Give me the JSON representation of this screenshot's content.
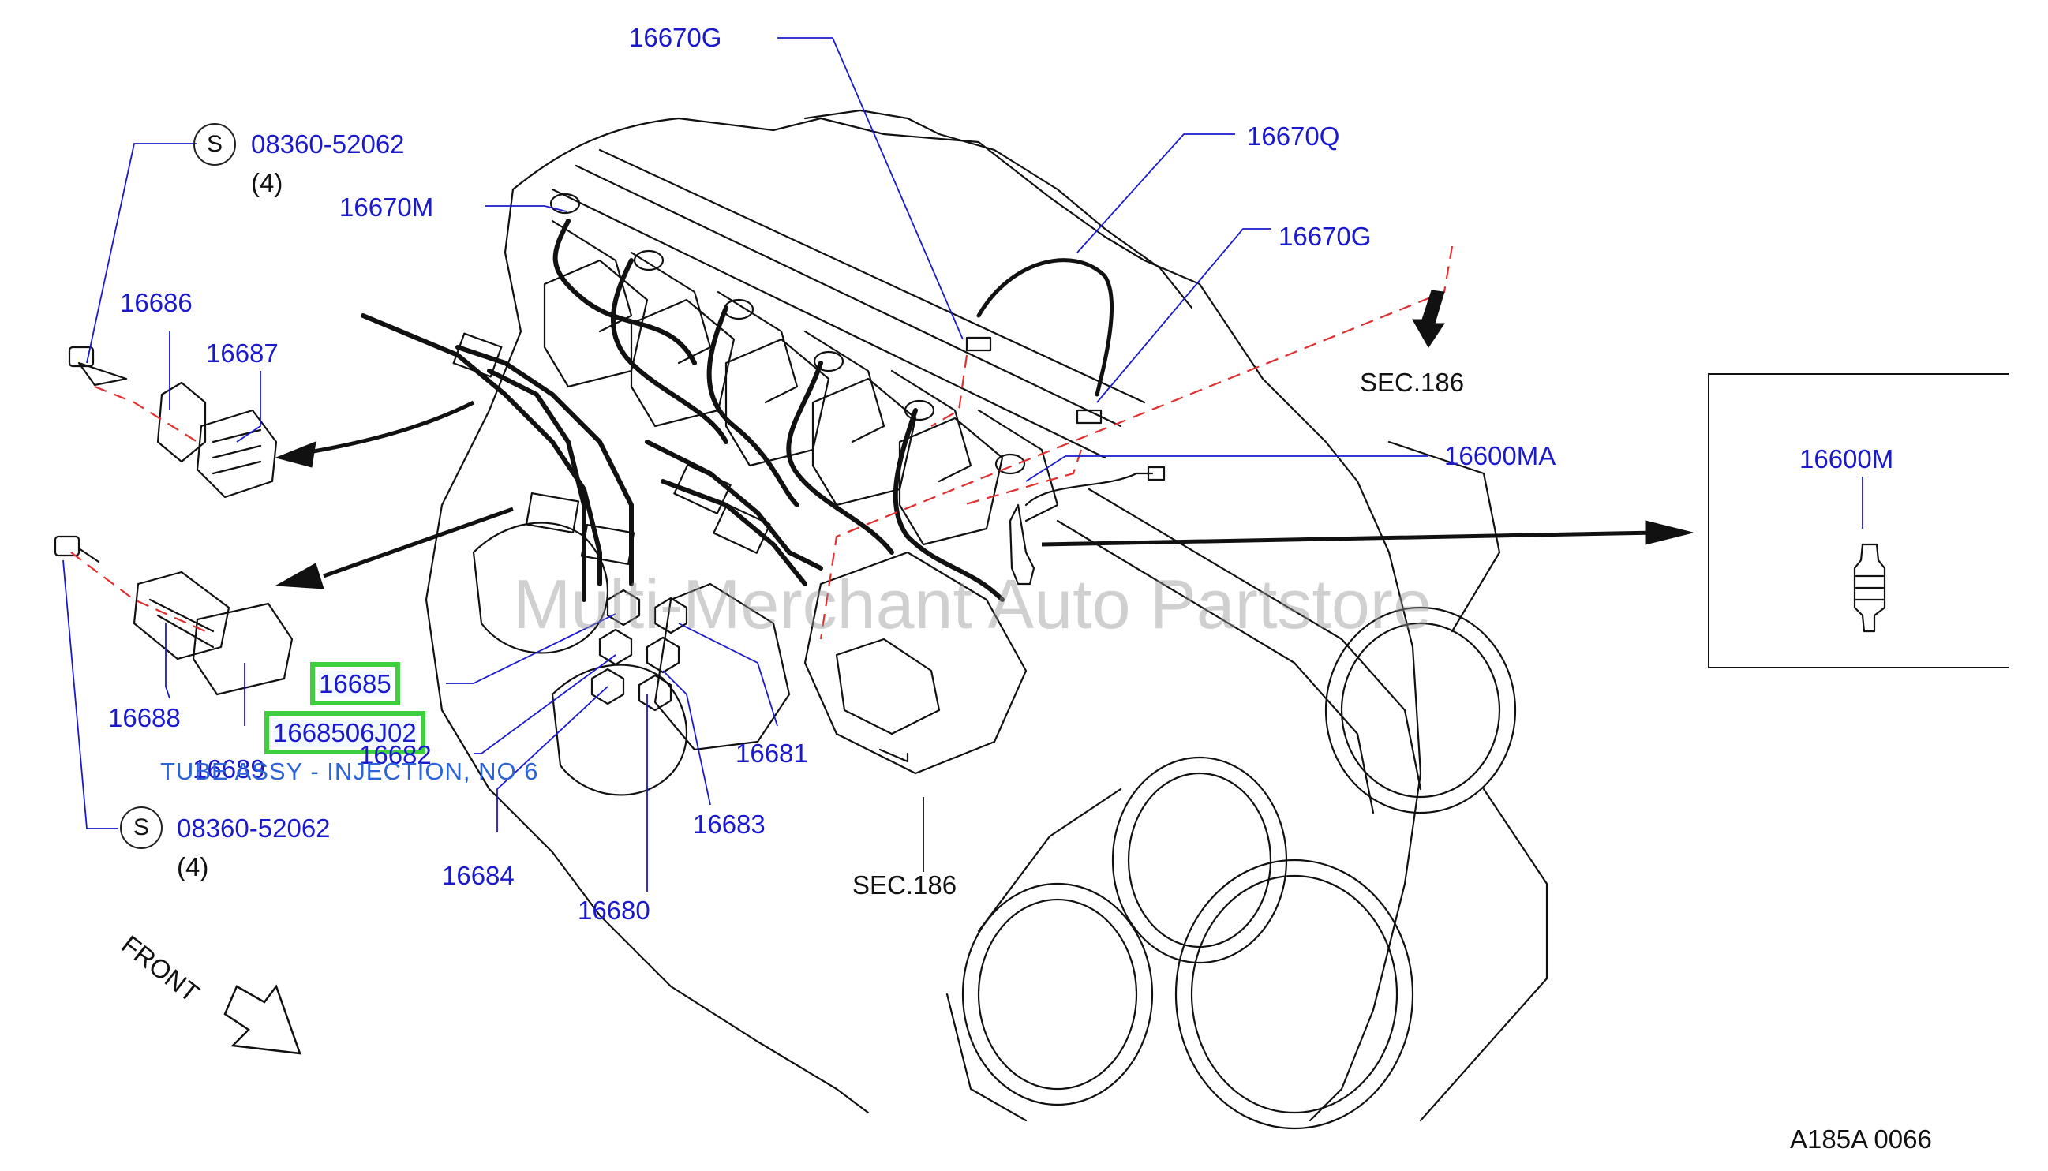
{
  "diagram": {
    "watermark": "Multi-Merchant Auto Partstore",
    "diagram_code": "A185A  0066",
    "front_label": "FRONT",
    "colors": {
      "callout": "#1a1acc",
      "highlight": "#3ecf3e",
      "dashed": "#e03030",
      "tooltip": "#2b63d9"
    },
    "callouts": {
      "p16670G_top": "16670G",
      "p16670Q": "16670Q",
      "p16670G_right": "16670G",
      "p08360_top": "08360-52062",
      "p08360_bottom": "08360-52062",
      "p16670M": "16670M",
      "p16686": "16686",
      "p16687": "16687",
      "p16600MA": "16600MA",
      "p16600M": "16600M",
      "p16688": "16688",
      "p16689": "16689",
      "p16685": "16685",
      "p1668506J02": "1668506J02",
      "p16682": "16682",
      "p16681": "16681",
      "p16683": "16683",
      "p16684": "16684",
      "p16680": "16680"
    },
    "qty_top": "(4)",
    "qty_bottom": "(4)",
    "s_symbol": "S",
    "sec_top": "SEC.186",
    "sec_bottom": "SEC.186",
    "tooltip": "TUBE ASSY - INJECTION, NO 6"
  }
}
